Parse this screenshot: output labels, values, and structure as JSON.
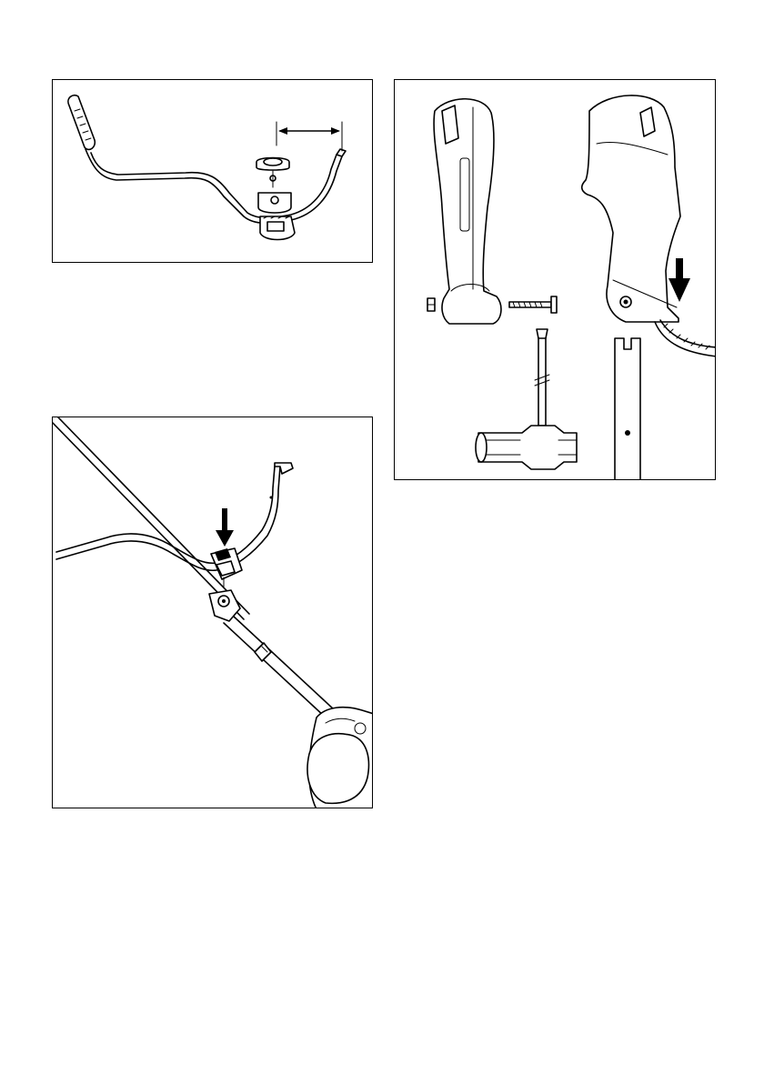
{
  "page": {
    "background": "#ffffff",
    "ink_color": "#000000"
  },
  "figures": [
    {
      "id": "handlebar-adjustment",
      "icons": [
        "handlebar-icon",
        "knob-icon",
        "clamp-icon",
        "width-arrow-icon"
      ]
    },
    {
      "id": "handlebar-mounting",
      "icons": [
        "shaft-icon",
        "handlebar-icon",
        "clamp-icon",
        "down-arrow-icon",
        "engine-icon"
      ]
    },
    {
      "id": "throttle-handle-tools",
      "icons": [
        "throttle-handle-icon",
        "screw-icon",
        "nut-icon",
        "socket-wrench-icon",
        "combination-tool-icon",
        "down-arrow-icon"
      ]
    }
  ]
}
